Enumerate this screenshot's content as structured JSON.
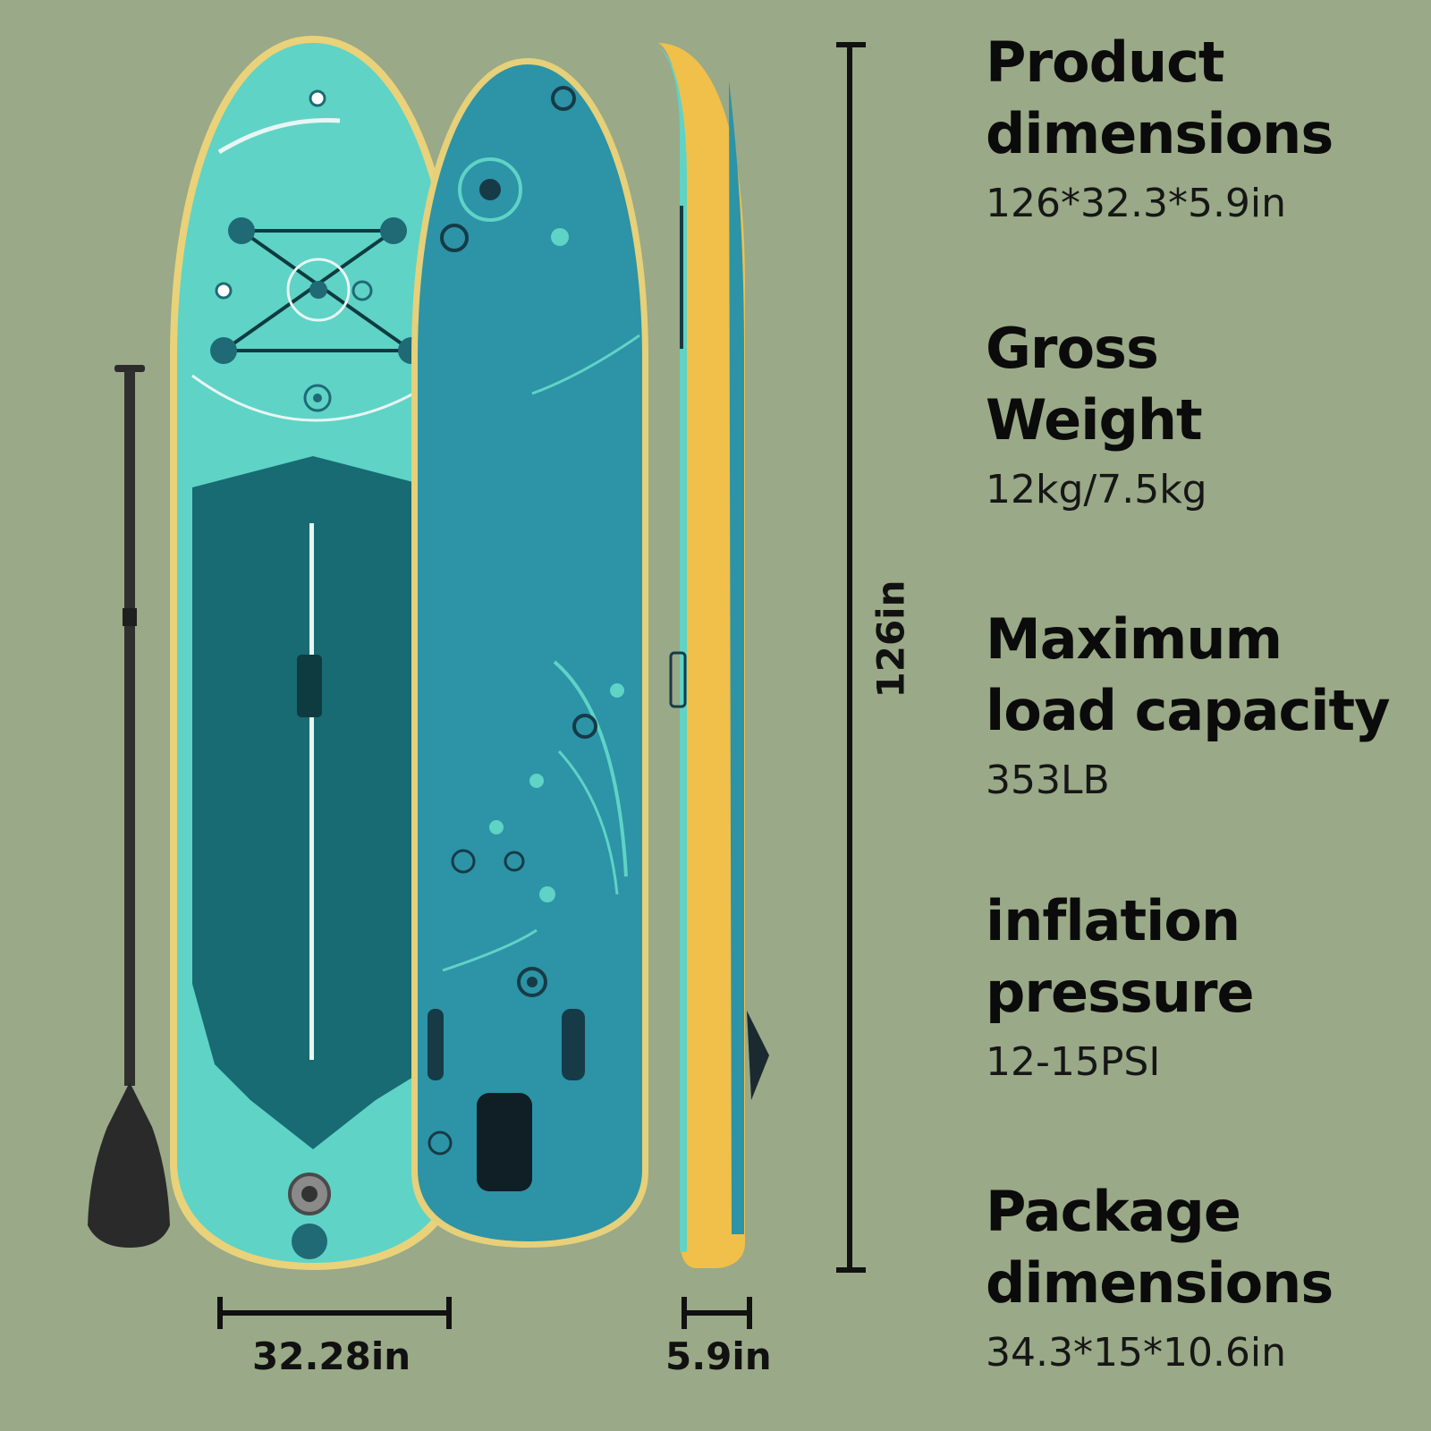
{
  "specs": [
    {
      "title_line1": "Product",
      "title_line2": "dimensions",
      "value": "126*32.3*5.9in"
    },
    {
      "title_line1": "Gross",
      "title_line2": "Weight",
      "value": "12kg/7.5kg"
    },
    {
      "title_line1": "Maximum",
      "title_line2": "load capacity",
      "value": "353LB"
    },
    {
      "title_line1": "inflation",
      "title_line2": "pressure",
      "value": "12-15PSI"
    },
    {
      "title_line1": "Package",
      "title_line2": "dimensions",
      "value": "34.3*15*10.6in"
    }
  ],
  "measurements": {
    "length": "126in",
    "width": "32.28in",
    "thickness": "5.9in"
  },
  "colors": {
    "background": "#9aa987",
    "board_top": "#5fd3c6",
    "board_bottom": "#2d93a7",
    "deck_pad": "#186b73",
    "rail": "#f0c04a",
    "paddle": "#2b2b2b"
  }
}
